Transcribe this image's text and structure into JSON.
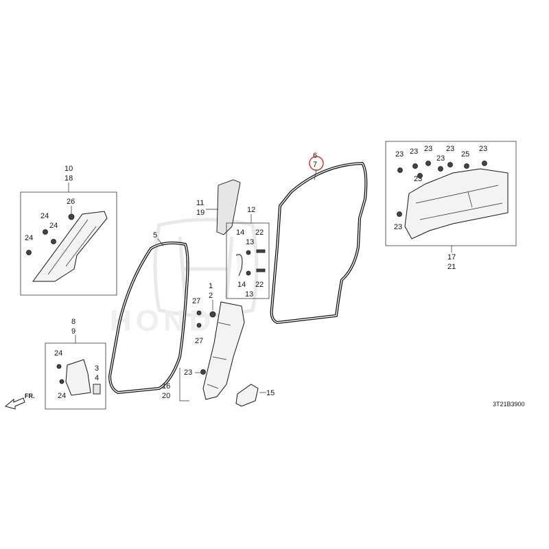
{
  "diagram": {
    "code": "3T21B3900",
    "watermark_text": "HONDA",
    "direction_label": "FR.",
    "highlight_color": "#e0281c",
    "callouts": {
      "c10": "10",
      "c18": "18",
      "c26": "26",
      "c24a": "24",
      "c24b": "24",
      "c24c": "24",
      "c5": "5",
      "c11": "11",
      "c19": "19",
      "c12": "12",
      "c14a": "14",
      "c13a": "13",
      "c22a": "22",
      "c14b": "14",
      "c22b": "22",
      "c13b": "13",
      "c6": "6",
      "c7": "7",
      "c1": "1",
      "c2": "2",
      "c27a": "27",
      "c27b": "27",
      "c8": "8",
      "c9": "9",
      "c24d": "24",
      "c24e": "24",
      "c3": "3",
      "c4": "4",
      "c23g": "23",
      "c16": "16",
      "c20": "20",
      "c15": "15",
      "c23a": "23",
      "c23b": "23",
      "c23c": "23",
      "c23d": "23",
      "c23e": "23",
      "c23f": "23",
      "c23h": "23",
      "c23i": "23",
      "c25": "25",
      "c17": "17",
      "c21": "21"
    }
  }
}
